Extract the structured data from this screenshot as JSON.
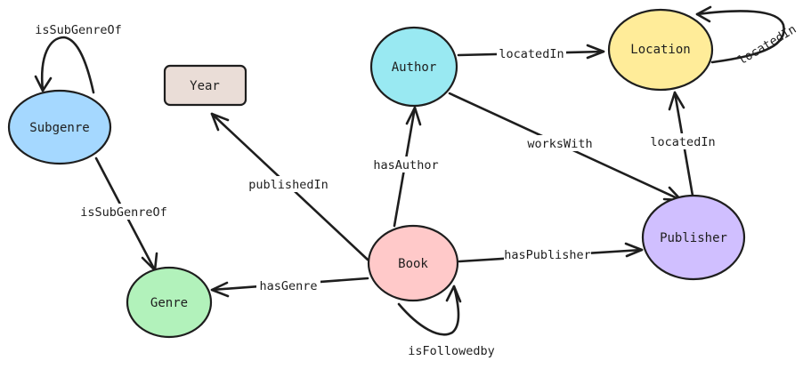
{
  "nodes": [
    {
      "key": "subgenre",
      "label": "Subgenre",
      "color": "#a5d8ff"
    },
    {
      "key": "year",
      "label": "Year",
      "color": "#eaddd7"
    },
    {
      "key": "author",
      "label": "Author",
      "color": "#99e9f2"
    },
    {
      "key": "location",
      "label": "Location",
      "color": "#ffec99"
    },
    {
      "key": "book",
      "label": "Book",
      "color": "#ffc9c9"
    },
    {
      "key": "publisher",
      "label": "Publisher",
      "color": "#d0bfff"
    },
    {
      "key": "genre",
      "label": "Genre",
      "color": "#b2f2bb"
    }
  ],
  "edges": [
    {
      "key": "subgenre-subgenre",
      "from": "Subgenre",
      "to": "Subgenre",
      "label": "isSubGenreOf"
    },
    {
      "key": "subgenre-genre",
      "from": "Subgenre",
      "to": "Genre",
      "label": "isSubGenreOf"
    },
    {
      "key": "author-location",
      "from": "Author",
      "to": "Location",
      "label": "locatedIn"
    },
    {
      "key": "location-location",
      "from": "Location",
      "to": "Location",
      "label": "locatedIn"
    },
    {
      "key": "author-publisher",
      "from": "Author",
      "to": "Publisher",
      "label": "worksWith"
    },
    {
      "key": "publisher-location",
      "from": "Publisher",
      "to": "Location",
      "label": "locatedIn"
    },
    {
      "key": "book-author",
      "from": "Book",
      "to": "Author",
      "label": "hasAuthor"
    },
    {
      "key": "book-year",
      "from": "Book",
      "to": "Year",
      "label": "publishedIn"
    },
    {
      "key": "book-publisher",
      "from": "Book",
      "to": "Publisher",
      "label": "hasPublisher"
    },
    {
      "key": "book-genre",
      "from": "Book",
      "to": "Genre",
      "label": "hasGenre"
    },
    {
      "key": "book-book",
      "from": "Book",
      "to": "Book",
      "label": "isFollowedby"
    }
  ]
}
